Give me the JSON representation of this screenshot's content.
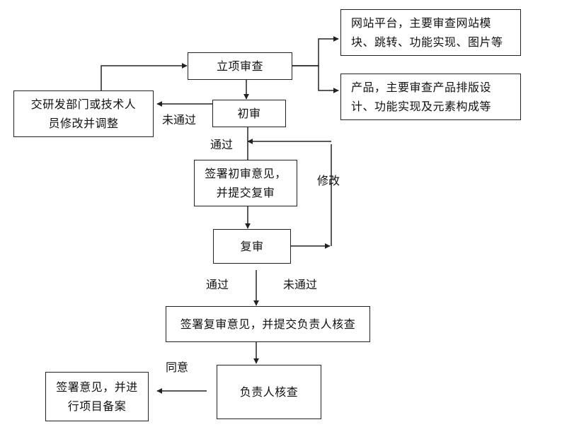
{
  "nodes": {
    "lixiang": "立项审查",
    "chushen": "初审",
    "fushen": "复审",
    "sign_chushen_line1": "签署初审意见，",
    "sign_chushen_line2": "并提交复审",
    "sign_fushen": "签署复审意见，并提交负责人核查",
    "fuzeren": "负责人核查",
    "archive_line1": "签署意见，并进",
    "archive_line2": "行项目备案",
    "modify_line1": "交研发部门或技术人",
    "modify_line2": "员修改并调整",
    "website_line1": "网站平台，主要审查网站模",
    "website_line2": "块、跳转、功能实现、图片等",
    "product_line1": "产品，主要审查产品排版设",
    "product_line2": "计、功能实现及元素构成等"
  },
  "labels": {
    "not_passed_1": "未通过",
    "passed_1": "通过",
    "modify": "修改",
    "passed_2": "通过",
    "not_passed_2": "未通过",
    "agree": "同意"
  }
}
